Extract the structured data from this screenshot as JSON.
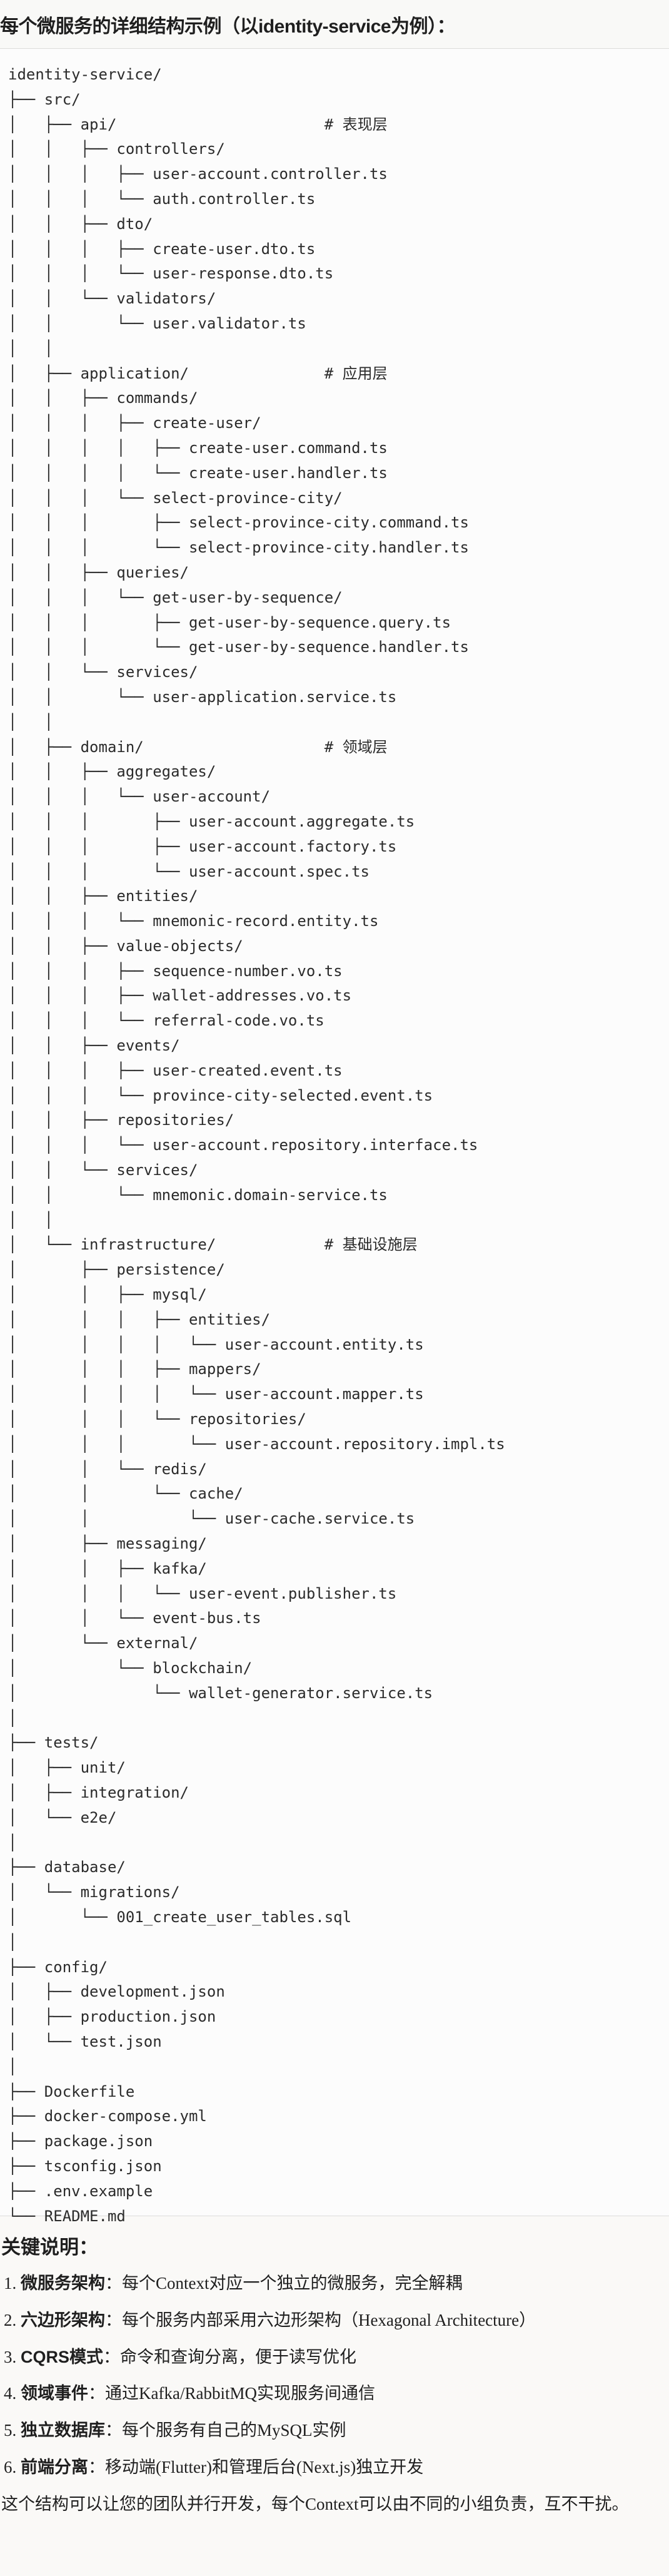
{
  "title": "每个微服务的详细结构示例（以identity-service为例）：",
  "tree_lines": [
    "identity-service/",
    "├── src/",
    "│   ├── api/                       # 表现层",
    "│   │   ├── controllers/",
    "│   │   │   ├── user-account.controller.ts",
    "│   │   │   └── auth.controller.ts",
    "│   │   ├── dto/",
    "│   │   │   ├── create-user.dto.ts",
    "│   │   │   └── user-response.dto.ts",
    "│   │   └── validators/",
    "│   │       └── user.validator.ts",
    "│   │",
    "│   ├── application/               # 应用层",
    "│   │   ├── commands/",
    "│   │   │   ├── create-user/",
    "│   │   │   │   ├── create-user.command.ts",
    "│   │   │   │   └── create-user.handler.ts",
    "│   │   │   └── select-province-city/",
    "│   │   │       ├── select-province-city.command.ts",
    "│   │   │       └── select-province-city.handler.ts",
    "│   │   ├── queries/",
    "│   │   │   └── get-user-by-sequence/",
    "│   │   │       ├── get-user-by-sequence.query.ts",
    "│   │   │       └── get-user-by-sequence.handler.ts",
    "│   │   └── services/",
    "│   │       └── user-application.service.ts",
    "│   │",
    "│   ├── domain/                    # 领域层",
    "│   │   ├── aggregates/",
    "│   │   │   └── user-account/",
    "│   │   │       ├── user-account.aggregate.ts",
    "│   │   │       ├── user-account.factory.ts",
    "│   │   │       └── user-account.spec.ts",
    "│   │   ├── entities/",
    "│   │   │   └── mnemonic-record.entity.ts",
    "│   │   ├── value-objects/",
    "│   │   │   ├── sequence-number.vo.ts",
    "│   │   │   ├── wallet-addresses.vo.ts",
    "│   │   │   └── referral-code.vo.ts",
    "│   │   ├── events/",
    "│   │   │   ├── user-created.event.ts",
    "│   │   │   └── province-city-selected.event.ts",
    "│   │   ├── repositories/",
    "│   │   │   └── user-account.repository.interface.ts",
    "│   │   └── services/",
    "│   │       └── mnemonic.domain-service.ts",
    "│   │",
    "│   └── infrastructure/            # 基础设施层",
    "│       ├── persistence/",
    "│       │   ├── mysql/",
    "│       │   │   ├── entities/",
    "│       │   │   │   └── user-account.entity.ts",
    "│       │   │   ├── mappers/",
    "│       │   │   │   └── user-account.mapper.ts",
    "│       │   │   └── repositories/",
    "│       │   │       └── user-account.repository.impl.ts",
    "│       │   └── redis/",
    "│       │       └── cache/",
    "│       │           └── user-cache.service.ts",
    "│       ├── messaging/",
    "│       │   ├── kafka/",
    "│       │   │   └── user-event.publisher.ts",
    "│       │   └── event-bus.ts",
    "│       └── external/",
    "│           └── blockchain/",
    "│               └── wallet-generator.service.ts",
    "│",
    "├── tests/",
    "│   ├── unit/",
    "│   ├── integration/",
    "│   └── e2e/",
    "│",
    "├── database/",
    "│   └── migrations/",
    "│       └── 001_create_user_tables.sql",
    "│",
    "├── config/",
    "│   ├── development.json",
    "│   ├── production.json",
    "│   └── test.json",
    "│",
    "├── Dockerfile",
    "├── docker-compose.yml",
    "├── package.json",
    "├── tsconfig.json",
    "├── .env.example",
    "└── README.md"
  ],
  "notes": {
    "heading": "关键说明：",
    "items": [
      {
        "num": "1.",
        "term": "微服务架构",
        "desc": "：每个Context对应一个独立的微服务，完全解耦"
      },
      {
        "num": "2.",
        "term": "六边形架构",
        "desc": "：每个服务内部采用六边形架构（Hexagonal Architecture）"
      },
      {
        "num": "3.",
        "term": "CQRS模式",
        "desc": "：命令和查询分离，便于读写优化"
      },
      {
        "num": "4.",
        "term": "领域事件",
        "desc": "：通过Kafka/RabbitMQ实现服务间通信"
      },
      {
        "num": "5.",
        "term": "独立数据库",
        "desc": "：每个服务有自己的MySQL实例"
      },
      {
        "num": "6.",
        "term": "前端分离",
        "desc": "：移动端(Flutter)和管理后台(Next.js)独立开发"
      }
    ],
    "summary": "这个结构可以让您的团队并行开发，每个Context可以由不同的小组负责，互不干扰。"
  }
}
